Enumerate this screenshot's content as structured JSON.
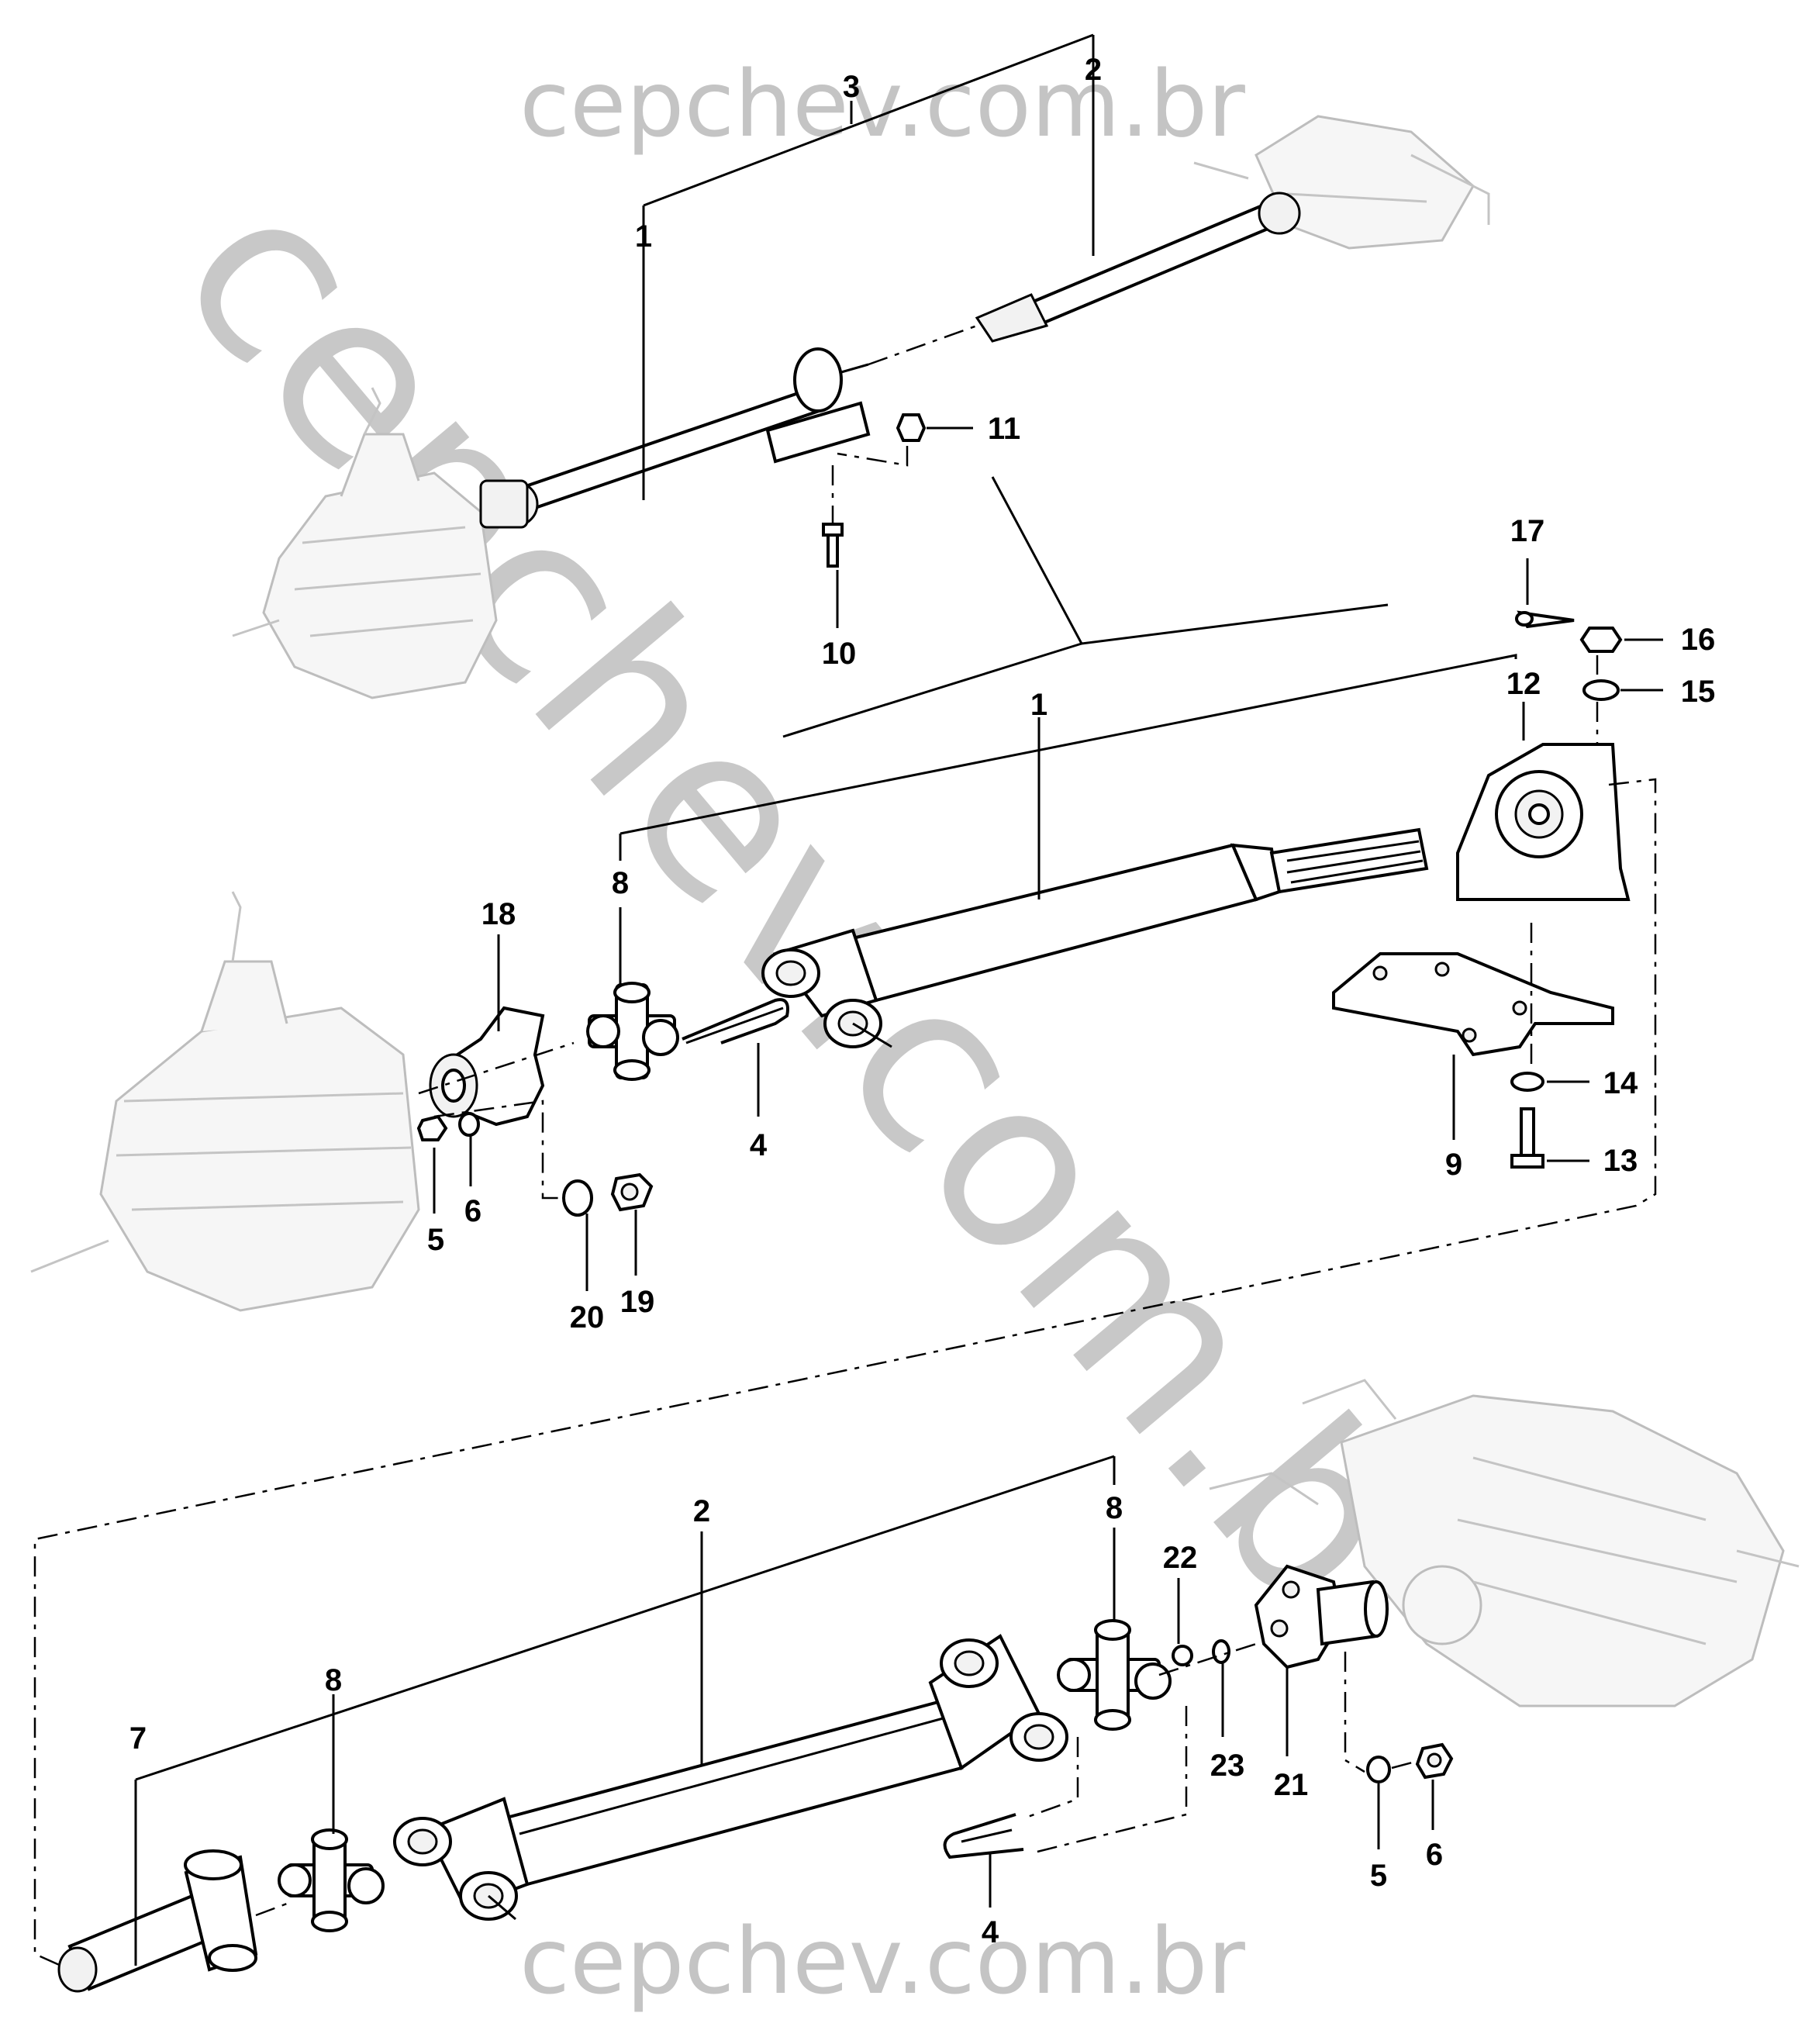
{
  "watermark": {
    "top": "cepchev.com.br",
    "bottom": "cepchev.com.br",
    "diagonal": "cepchev.com.br"
  },
  "callouts": {
    "c1_top": "1",
    "c2_top": "2",
    "c3_top": "3",
    "c10": "10",
    "c11": "11",
    "c17": "17",
    "c16": "16",
    "c15": "15",
    "c12": "12",
    "c1_mid": "1",
    "c8_mid": "8",
    "c18": "18",
    "c4_mid": "4",
    "c5_mid": "5",
    "c6_mid": "6",
    "c20": "20",
    "c19": "19",
    "c14": "14",
    "c13": "13",
    "c9": "9",
    "c2_bot": "2",
    "c8_bot_right": "8",
    "c22": "22",
    "c23": "23",
    "c21": "21",
    "c7": "7",
    "c8_bot_left": "8",
    "c4_bot": "4",
    "c5_bot": "5",
    "c6_bot": "6"
  }
}
